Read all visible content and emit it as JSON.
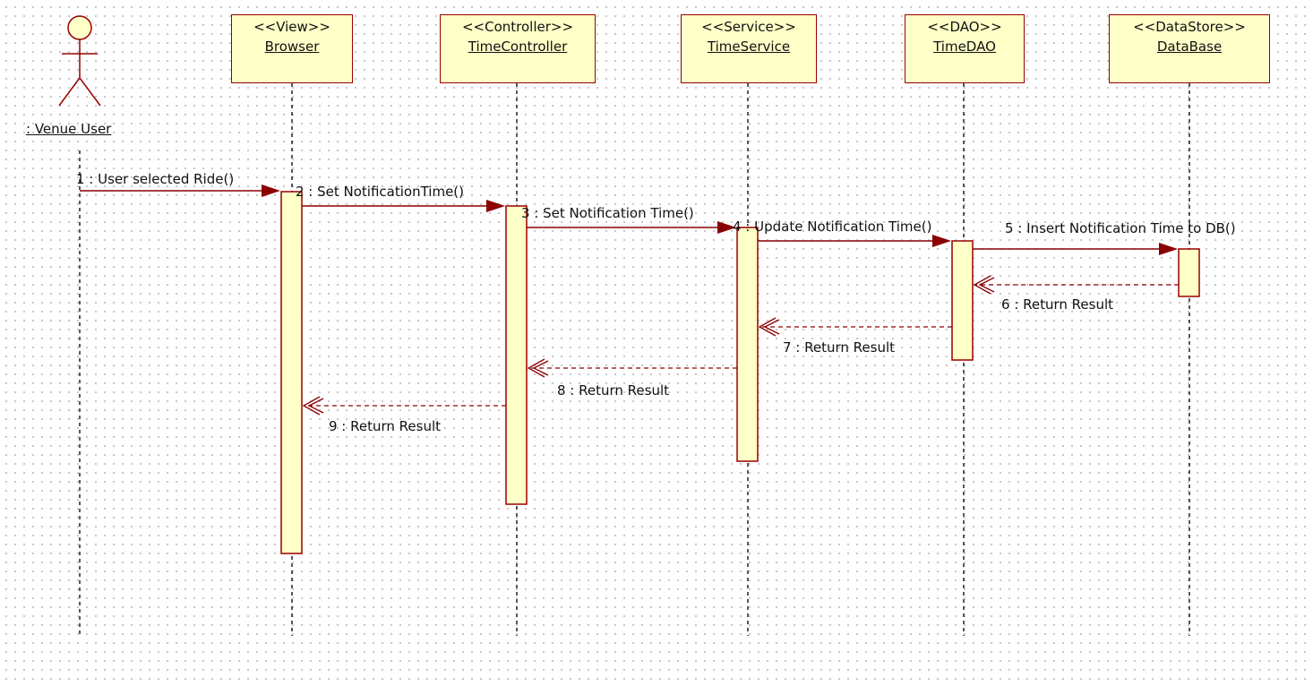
{
  "actor": {
    "name": ": Venue User"
  },
  "lifelines": [
    {
      "stereotype": "<<View>>",
      "name": "Browser"
    },
    {
      "stereotype": "<<Controller>>",
      "name": "TimeController"
    },
    {
      "stereotype": "<<Service>>",
      "name": "TimeService"
    },
    {
      "stereotype": "<<DAO>>",
      "name": "TimeDAO"
    },
    {
      "stereotype": "<<DataStore>>",
      "name": "DataBase"
    }
  ],
  "messages": [
    {
      "label": "1 : User selected Ride()",
      "from": ": Venue User",
      "to": "Browser",
      "kind": "call"
    },
    {
      "label": "2 : Set NotificationTime()",
      "from": "Browser",
      "to": "TimeController",
      "kind": "call"
    },
    {
      "label": "3 : Set Notification Time()",
      "from": "TimeController",
      "to": "TimeService",
      "kind": "call"
    },
    {
      "label": "4 : Update Notification Time()",
      "from": "TimeService",
      "to": "TimeDAO",
      "kind": "call"
    },
    {
      "label": "5 : Insert Notification Time to DB()",
      "from": "TimeDAO",
      "to": "DataBase",
      "kind": "call"
    },
    {
      "label": "6 : Return Result",
      "from": "DataBase",
      "to": "TimeDAO",
      "kind": "return"
    },
    {
      "label": "7 : Return Result",
      "from": "TimeDAO",
      "to": "TimeService",
      "kind": "return"
    },
    {
      "label": "8 : Return Result",
      "from": "TimeService",
      "to": "TimeController",
      "kind": "return"
    },
    {
      "label": "9 : Return Result",
      "from": "TimeController",
      "to": "Browser",
      "kind": "return"
    }
  ],
  "colors": {
    "line": "#8b0000",
    "box_fill": "#ffffc8",
    "box_border": "#990000"
  }
}
